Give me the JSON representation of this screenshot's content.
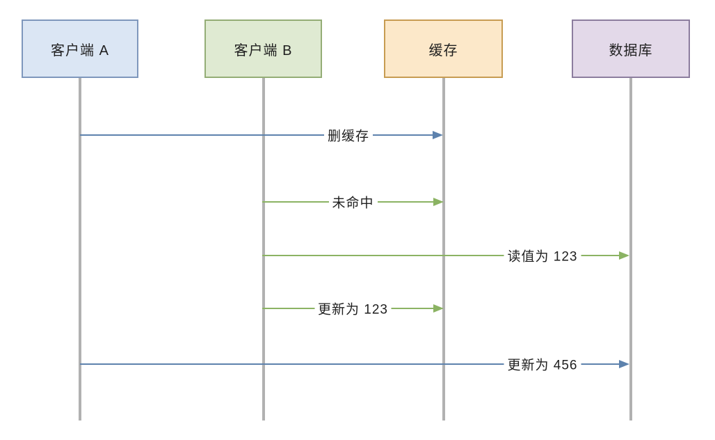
{
  "diagram": {
    "type": "sequence",
    "description": "Cache-aside race condition sequence between two clients, a cache and a database"
  },
  "colors": {
    "lifeline": "#b1b1b1",
    "arrow_blue": "#5d82ad",
    "arrow_green": "#8bb363",
    "text": "#1f1f1f",
    "background": "#ffffff"
  },
  "actors": [
    {
      "label": "客户端 A",
      "fill": "#dbe6f4",
      "border": "#7e97bc"
    },
    {
      "label": "客户端 B",
      "fill": "#dfead2",
      "border": "#94ad76"
    },
    {
      "label": "缓存",
      "fill": "#fce8c9",
      "border": "#c79c52"
    },
    {
      "label": "数据库",
      "fill": "#e3d9e9",
      "border": "#8c7d9e"
    }
  ],
  "messages": [
    {
      "label": "删缓存",
      "from": "客户端 A",
      "to": "缓存",
      "color": "#5d82ad"
    },
    {
      "label": "未命中",
      "from": "客户端 B",
      "to": "缓存",
      "color": "#8bb363"
    },
    {
      "label": "读值为 123",
      "from": "客户端 B",
      "to": "数据库",
      "color": "#8bb363"
    },
    {
      "label": "更新为 123",
      "from": "客户端 B",
      "to": "缓存",
      "color": "#8bb363"
    },
    {
      "label": "更新为 456",
      "from": "客户端 A",
      "to": "数据库",
      "color": "#5d82ad"
    }
  ]
}
